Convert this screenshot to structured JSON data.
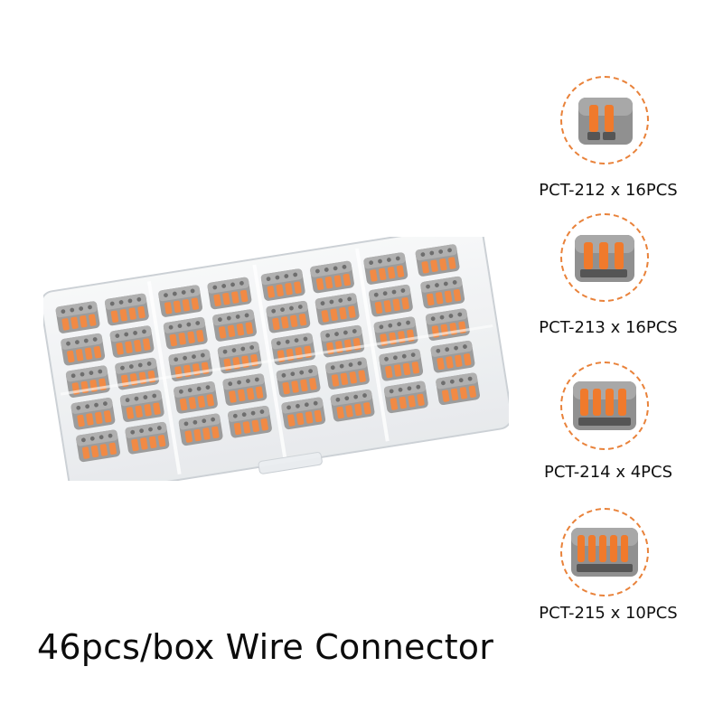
{
  "title": "46pcs/box Wire Connector",
  "colors": {
    "accent_orange": "#f07a2c",
    "dashed_ring": "#e9823a",
    "connector_gray": "#8c8c8c",
    "box_plastic": "#eef0f2"
  },
  "variants": [
    {
      "label": "PCT-212 x 16PCS",
      "levers": 2,
      "icon": "pct-212-connector-icon"
    },
    {
      "label": "PCT-213 x 16PCS",
      "levers": 3,
      "icon": "pct-213-connector-icon"
    },
    {
      "label": "PCT-214 x 4PCS",
      "levers": 4,
      "icon": "pct-214-connector-icon"
    },
    {
      "label": "PCT-215 x 10PCS",
      "levers": 5,
      "icon": "pct-215-connector-icon"
    }
  ]
}
